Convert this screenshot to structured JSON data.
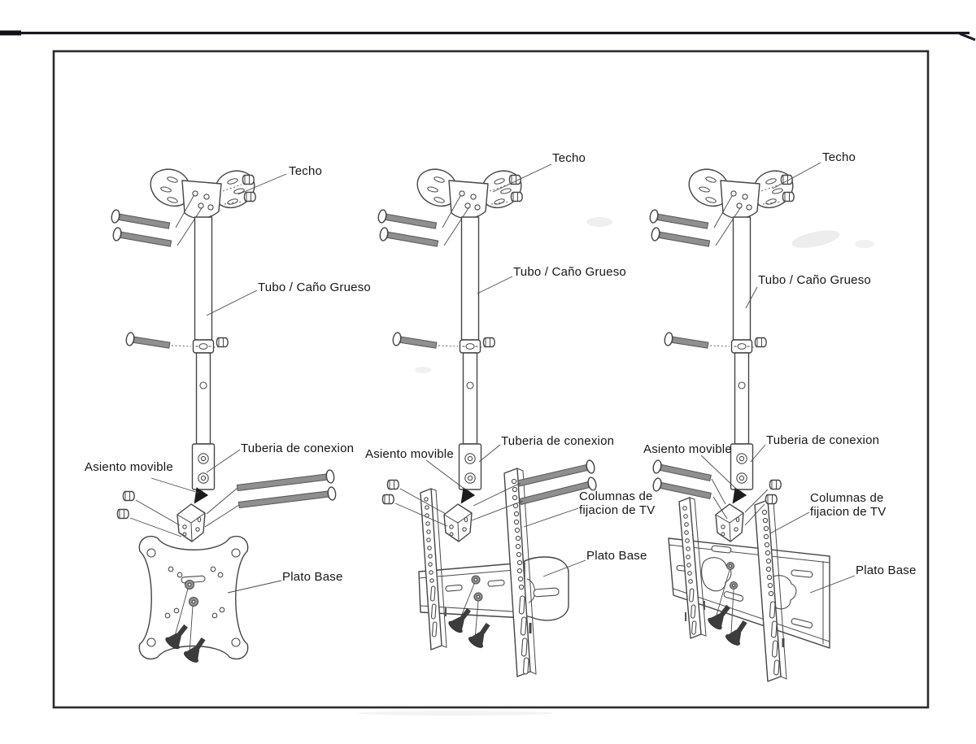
{
  "colors": {
    "background": "#ffffff",
    "top_rule": "#191920",
    "frame_border": "#2b2b2b",
    "line_ink": "#454545",
    "bolt_fill": "#8f8f8f",
    "screw_fill": "#3c3c3c",
    "label_text": "#161616"
  },
  "diagrams": [
    {
      "id": "left",
      "labels": {
        "techo": "Techo",
        "tubo": "Tubo / Caño Grueso",
        "tuberia": "Tuberia de conexion",
        "asiento": "Asiento movible",
        "plato": "Plato Base"
      }
    },
    {
      "id": "center",
      "labels": {
        "techo": "Techo",
        "tubo": "Tubo / Caño Grueso",
        "tuberia": "Tuberia de conexion",
        "asiento": "Asiento movible",
        "columnas": "Columnas de\nfijacion de TV",
        "plato": "Plato Base"
      }
    },
    {
      "id": "right",
      "labels": {
        "techo": "Techo",
        "tubo": "Tubo / Caño Grueso",
        "tuberia": "Tuberia de conexion",
        "asiento": "Asiento movible",
        "columnas": "Columnas de\nfijacion de TV",
        "plato": "Plato Base"
      }
    }
  ]
}
